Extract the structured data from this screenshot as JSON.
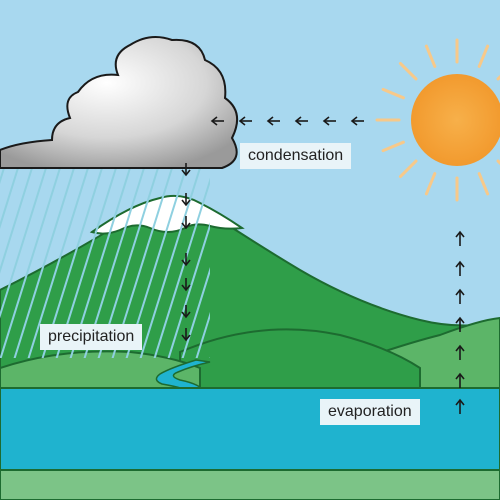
{
  "labels": {
    "condensation": "condensation",
    "precipitation": "precipitation",
    "evaporation": "evaporation"
  },
  "colors": {
    "sky": "#a8d8ef",
    "sun": "#f5a03a",
    "sun_rays": "#f7c98a",
    "cloud": "#d8d8d8",
    "mountain": "#2f9e49",
    "hill_light": "#5cb568",
    "snow": "#ffffff",
    "rain": "#8fd0e0",
    "water": "#1fb3cf",
    "ground": "#7cc487",
    "arrows": "#1a1a1a"
  },
  "icons": [
    "sun-icon",
    "cloud-icon",
    "arrow-left-icon",
    "arrow-down-icon",
    "arrow-up-icon"
  ]
}
